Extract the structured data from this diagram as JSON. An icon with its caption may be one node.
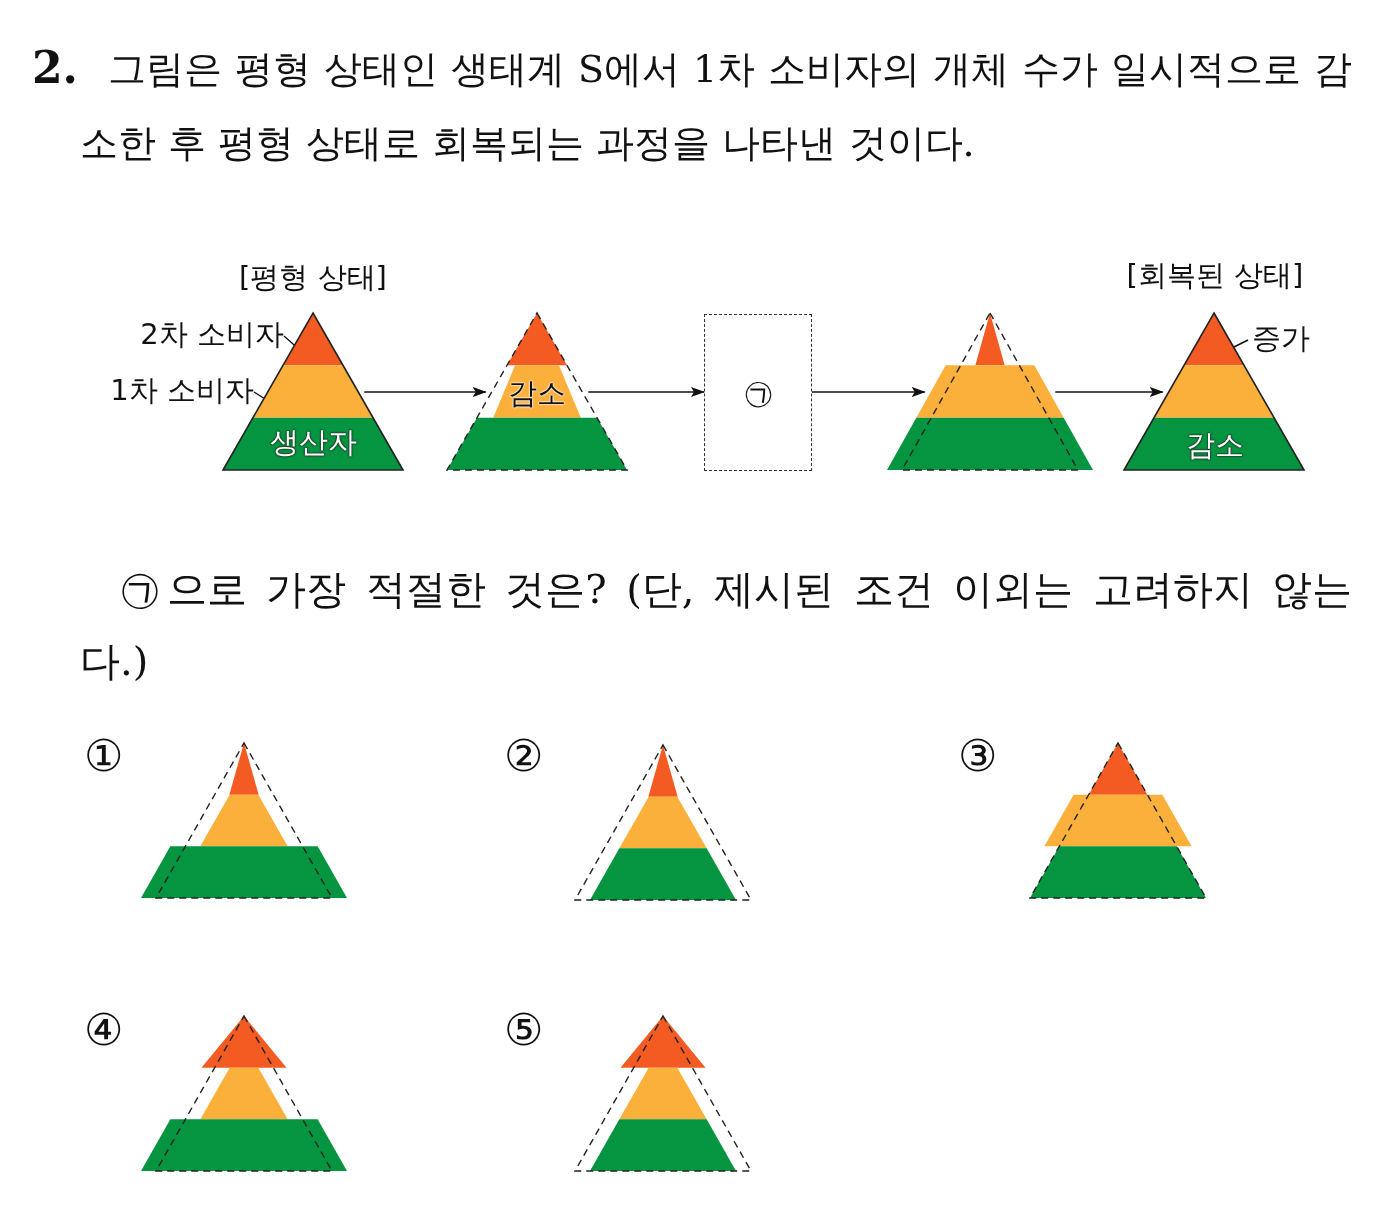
{
  "diagram": {
    "nodes": [
      {
        "text": [
          "[평형 상태]",
          "생산자"
        ]
      },
      {
        "text": [
          "2차 소비자"
        ]
      },
      {
        "text": [
          "1차 소비자"
        ]
      },
      {
        "text": [
          "감소"
        ]
      },
      {
        "text": [
          "㉠"
        ]
      },
      {
        "text": [],
        "shape": "triangle"
      },
      {
        "text": [
          "[회복된 상태]",
          "감소"
        ]
      },
      {
        "text": [
          "증가"
        ]
      }
    ],
    "edges": [
      {
        "from": 0,
        "to": 3,
        "arrow": "to"
      },
      {
        "from": 3,
        "to": 4,
        "arrow": "to"
      },
      {
        "from": 4,
        "to": 5,
        "arrow": "to"
      },
      {
        "from": 5,
        "to": 6,
        "arrow": "to"
      },
      {
        "from": 1,
        "to": 0,
        "arrow": "none"
      },
      {
        "from": 2,
        "to": 0,
        "arrow": "none"
      },
      {
        "from": 7,
        "to": 6,
        "arrow": "none"
      }
    ],
    "labels": [
      "2.",
      "그림은 평형 상태인 생태계 S에서 1차 소비자의 개체 수가 일시적으로 감소한 후 평형 상태로 회복되는 과정을 나타낸 것이다.",
      "㉠으로 가장 적절한 것은? (단, 제시된 조건 이외는 고려하지 않는다.)",
      "①",
      "②",
      "③",
      "④",
      "⑤"
    ]
  }
}
